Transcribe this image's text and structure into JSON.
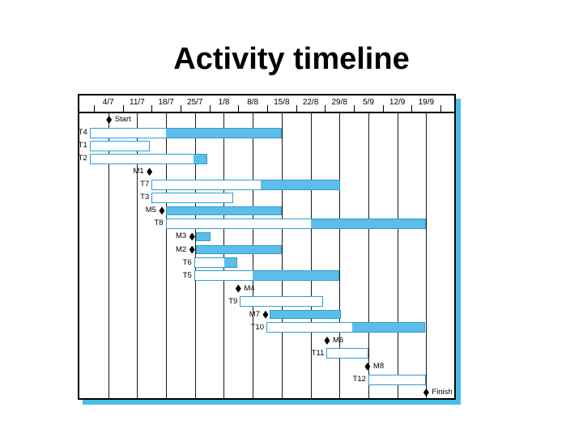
{
  "title": "Activity timeline",
  "colors": {
    "bar_fill": "#5BBDE8",
    "bar_border": "#2E9ED6",
    "shadow": "#45BEE9",
    "grid": "#1a1a1a",
    "frame": "#000000",
    "milestone": "#000000",
    "title_text": "#000000"
  },
  "chart_data": {
    "type": "gantt",
    "title": "Activity timeline",
    "x_axis": {
      "tick_labels": [
        "4/7",
        "11/7",
        "18/7",
        "25/7",
        "1/8",
        "8/8",
        "15/8",
        "22/8",
        "29/8",
        "5/9",
        "12/9",
        "19/9"
      ],
      "days_per_tick": 7,
      "day_min": -7,
      "day_max": 83.8,
      "grid": true
    },
    "legend": null,
    "rows": [
      {
        "label": "Start",
        "type": "milestone",
        "label_side": "right",
        "milestone_day": 0.2,
        "bar": null
      },
      {
        "label": "T4",
        "type": "task",
        "label_side": "left",
        "milestone_day": null,
        "bar": {
          "start": -4.5,
          "fill_start": 14,
          "end": 42,
          "style": "outline+fill"
        }
      },
      {
        "label": "T1",
        "type": "task",
        "label_side": "left",
        "milestone_day": null,
        "bar": {
          "start": -4.5,
          "fill_start": null,
          "end": 10,
          "style": "outline"
        }
      },
      {
        "label": "T2",
        "type": "task",
        "label_side": "left",
        "milestone_day": null,
        "bar": {
          "start": -4.5,
          "fill_start": 20.8,
          "end": 24,
          "style": "outline+fill"
        }
      },
      {
        "label": "M1",
        "type": "milestone",
        "label_side": "left",
        "milestone_day": 10,
        "bar": null
      },
      {
        "label": "T7",
        "type": "task",
        "label_side": "left",
        "milestone_day": null,
        "bar": {
          "start": 10.5,
          "fill_start": 37,
          "end": 56.2,
          "style": "outline+fill"
        }
      },
      {
        "label": "T3",
        "type": "task",
        "label_side": "left",
        "milestone_day": null,
        "bar": {
          "start": 10.5,
          "fill_start": null,
          "end": 30.3,
          "style": "outline"
        }
      },
      {
        "label": "M5",
        "type": "milestone",
        "label_side": "left",
        "milestone_day": 13,
        "bar": {
          "start": 13.9,
          "fill_start": null,
          "end": 42,
          "style": "solid"
        }
      },
      {
        "label": "T8",
        "type": "task",
        "label_side": "left",
        "milestone_day": null,
        "bar": {
          "start": 13.9,
          "fill_start": 49.2,
          "end": 77,
          "style": "outline+fill"
        }
      },
      {
        "label": "M3",
        "type": "milestone",
        "label_side": "left",
        "milestone_day": 20.3,
        "bar": {
          "start": 21.2,
          "fill_start": null,
          "end": 24.7,
          "style": "solid"
        }
      },
      {
        "label": "M2",
        "type": "milestone",
        "label_side": "left",
        "milestone_day": 20.3,
        "bar": {
          "start": 21.2,
          "fill_start": null,
          "end": 42,
          "style": "solid"
        }
      },
      {
        "label": "T6",
        "type": "task",
        "label_side": "left",
        "milestone_day": null,
        "bar": {
          "start": 20.8,
          "fill_start": 28.2,
          "end": 31.3,
          "style": "outline+fill"
        }
      },
      {
        "label": "T5",
        "type": "task",
        "label_side": "left",
        "milestone_day": null,
        "bar": {
          "start": 20.8,
          "fill_start": 35,
          "end": 56,
          "style": "outline+fill"
        }
      },
      {
        "label": "M4",
        "type": "milestone",
        "label_side": "right",
        "milestone_day": 31.5,
        "bar": null
      },
      {
        "label": "T9",
        "type": "task",
        "label_side": "left",
        "milestone_day": null,
        "bar": {
          "start": 31.9,
          "fill_start": null,
          "end": 52,
          "style": "outline"
        }
      },
      {
        "label": "M7",
        "type": "milestone",
        "label_side": "left",
        "milestone_day": 38.1,
        "bar": {
          "start": 39.1,
          "fill_start": null,
          "end": 56.4,
          "style": "solid"
        }
      },
      {
        "label": "T10",
        "type": "task",
        "label_side": "left",
        "milestone_day": null,
        "bar": {
          "start": 38.3,
          "fill_start": 59.1,
          "end": 76.8,
          "style": "outline+fill"
        }
      },
      {
        "label": "M6",
        "type": "milestone",
        "label_side": "right",
        "milestone_day": 53,
        "bar": null
      },
      {
        "label": "T11",
        "type": "task",
        "label_side": "left",
        "milestone_day": null,
        "bar": {
          "start": 52.9,
          "fill_start": null,
          "end": 63,
          "style": "outline"
        }
      },
      {
        "label": "M8",
        "type": "milestone",
        "label_side": "right",
        "milestone_day": 62.8,
        "bar": null
      },
      {
        "label": "T12",
        "type": "task",
        "label_side": "left",
        "milestone_day": null,
        "bar": {
          "start": 63,
          "fill_start": null,
          "end": 77,
          "style": "outline"
        }
      },
      {
        "label": "Finish",
        "type": "milestone",
        "label_side": "right",
        "milestone_day": 77,
        "bar": null
      }
    ]
  }
}
